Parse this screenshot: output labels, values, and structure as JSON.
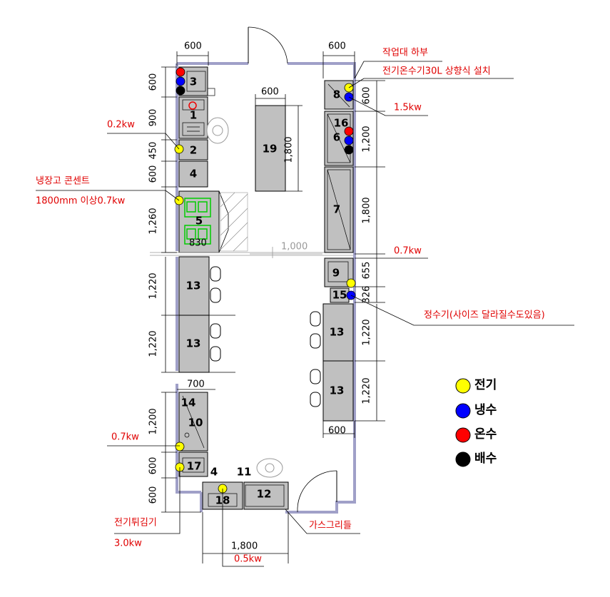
{
  "colors": {
    "electric": "#ffff00",
    "cold_water": "#0000ff",
    "hot_water": "#ff0000",
    "drain": "#000000",
    "note": "#e00000",
    "wall": "#a0a0c8",
    "equipment": "#c0c0c0"
  },
  "equipment": [
    {
      "id": "3",
      "label": "3"
    },
    {
      "id": "1",
      "label": "1"
    },
    {
      "id": "2",
      "label": "2"
    },
    {
      "id": "4",
      "label": "4"
    },
    {
      "id": "5",
      "label": "5"
    },
    {
      "id": "5b",
      "label": "830"
    },
    {
      "id": "19",
      "label": "19"
    },
    {
      "id": "8",
      "label": "8"
    },
    {
      "id": "16",
      "label": "16"
    },
    {
      "id": "6",
      "label": "6"
    },
    {
      "id": "7",
      "label": "7"
    },
    {
      "id": "9",
      "label": "9"
    },
    {
      "id": "15",
      "label": "15"
    },
    {
      "id": "13a",
      "label": "13"
    },
    {
      "id": "13b",
      "label": "13"
    },
    {
      "id": "13c",
      "label": "13"
    },
    {
      "id": "13d",
      "label": "13"
    },
    {
      "id": "14",
      "label": "14"
    },
    {
      "id": "10",
      "label": "10"
    },
    {
      "id": "17",
      "label": "17"
    },
    {
      "id": "4b",
      "label": "4"
    },
    {
      "id": "11",
      "label": "11"
    },
    {
      "id": "18",
      "label": "18"
    },
    {
      "id": "12",
      "label": "12"
    }
  ],
  "dimensions": {
    "left_top_width": "600",
    "left_d1": "600",
    "left_d2": "900",
    "left_d3": "450",
    "left_d4": "600",
    "left_d5": "1,260",
    "left_d6": "1,220",
    "left_d7": "1,220",
    "left_bottom_width": "700",
    "left_d8": "1,200",
    "left_d9": "600",
    "left_d10": "600",
    "center_width": "600",
    "center_depth": "1,800",
    "aisle": "1,000",
    "right_top_width": "600",
    "right_d1": "600",
    "right_d2": "1,200",
    "right_d3": "1,800",
    "right_d4": "655",
    "right_d5": "326",
    "right_d6": "1,220",
    "right_d7": "1,220",
    "right_bottom_width": "600",
    "bottom_width": "1,800"
  },
  "notes": {
    "n_02kw": "0.2kw",
    "n_fridge_outlet": "냉장고 콘센트",
    "n_fridge_height": "1800mm 이상0.7kw",
    "n_under_table": "작업대 하부",
    "n_water_heater": "전기온수기30L 상향식 설치",
    "n_15kw": "1.5kw",
    "n_07kw_right": "0.7kw",
    "n_purifier": "정수기(사이즈 달라질수도있음)",
    "n_07kw_left": "0.7kw",
    "n_fryer": "전기튀김기",
    "n_30kw": "3.0kw",
    "n_gas_griddle": "가스그리들",
    "n_05kw": "0.5kw"
  },
  "legend": [
    {
      "label": "전기",
      "color": "#ffff00"
    },
    {
      "label": "냉수",
      "color": "#0000ff"
    },
    {
      "label": "온수",
      "color": "#ff0000"
    },
    {
      "label": "배수",
      "color": "#000000"
    }
  ]
}
